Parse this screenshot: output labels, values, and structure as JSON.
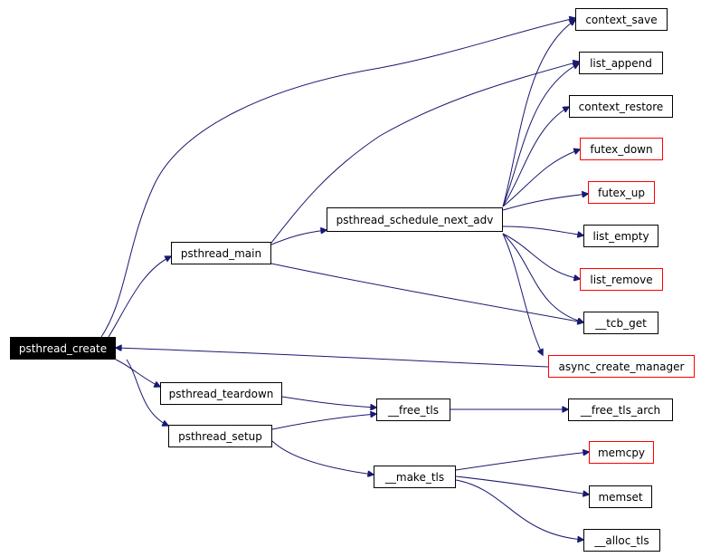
{
  "title": "",
  "colors": {
    "edge": "#191970",
    "root_fill": "#000000",
    "node_border": "#000000",
    "external_border": "#ff0000"
  },
  "nodes": {
    "pthread_create": "psthread_create",
    "pthread_main": "psthread_main",
    "pthread_schedule_next_adv": "psthread_schedule_next_adv",
    "pthread_teardown": "psthread_teardown",
    "pthread_setup": "psthread_setup",
    "free_tls": "__free_tls",
    "make_tls": "__make_tls",
    "context_save": "context_save",
    "list_append": "list_append",
    "context_restore": "context_restore",
    "futex_down": "futex_down",
    "futex_up": "futex_up",
    "list_empty": "list_empty",
    "list_remove": "list_remove",
    "tcb_get": "__tcb_get",
    "async_create_manager": "async_create_manager",
    "free_tls_arch": "__free_tls_arch",
    "memcpy": "memcpy",
    "memset": "memset",
    "alloc_tls": "__alloc_tls"
  },
  "edges": [
    [
      "pthread_create",
      "context_save"
    ],
    [
      "pthread_create",
      "pthread_main"
    ],
    [
      "pthread_create",
      "pthread_teardown"
    ],
    [
      "pthread_create",
      "pthread_setup"
    ],
    [
      "pthread_main",
      "list_append"
    ],
    [
      "pthread_main",
      "pthread_schedule_next_adv"
    ],
    [
      "pthread_main",
      "tcb_get"
    ],
    [
      "pthread_schedule_next_adv",
      "context_save"
    ],
    [
      "pthread_schedule_next_adv",
      "list_append"
    ],
    [
      "pthread_schedule_next_adv",
      "context_restore"
    ],
    [
      "pthread_schedule_next_adv",
      "futex_down"
    ],
    [
      "pthread_schedule_next_adv",
      "futex_up"
    ],
    [
      "pthread_schedule_next_adv",
      "list_empty"
    ],
    [
      "pthread_schedule_next_adv",
      "list_remove"
    ],
    [
      "pthread_schedule_next_adv",
      "tcb_get"
    ],
    [
      "pthread_schedule_next_adv",
      "async_create_manager"
    ],
    [
      "async_create_manager",
      "pthread_create"
    ],
    [
      "pthread_teardown",
      "free_tls"
    ],
    [
      "pthread_setup",
      "free_tls"
    ],
    [
      "pthread_setup",
      "make_tls"
    ],
    [
      "free_tls",
      "free_tls_arch"
    ],
    [
      "make_tls",
      "memcpy"
    ],
    [
      "make_tls",
      "memset"
    ],
    [
      "make_tls",
      "alloc_tls"
    ]
  ]
}
